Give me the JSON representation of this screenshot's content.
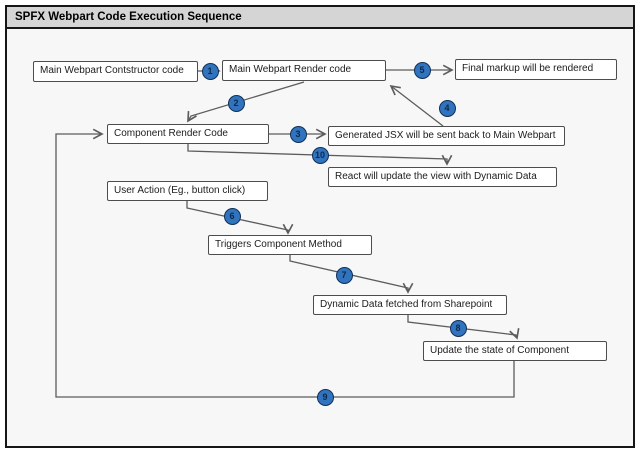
{
  "title": "SPFX Webpart Code Execution Sequence",
  "diagram": {
    "type": "flowchart",
    "nodes": [
      {
        "id": "ctor",
        "text": "Main Webpart Contstructor code"
      },
      {
        "id": "render",
        "text": "Main Webpart Render code"
      },
      {
        "id": "final",
        "text": "Final markup will be rendered"
      },
      {
        "id": "comp",
        "text": "Component Render Code"
      },
      {
        "id": "jsx",
        "text": "Generated JSX will be sent back to Main Webpart"
      },
      {
        "id": "react",
        "text": "React will update the view with Dynamic Data"
      },
      {
        "id": "user",
        "text": "User Action (Eg., button click)"
      },
      {
        "id": "trig",
        "text": "Triggers Component Method"
      },
      {
        "id": "dyn",
        "text": "Dynamic Data fetched from Sharepoint"
      },
      {
        "id": "upd",
        "text": "Update the state of Component"
      }
    ],
    "steps": [
      {
        "label": "1",
        "from": "Main Webpart Contstructor code",
        "to": "Main Webpart Render code"
      },
      {
        "label": "2",
        "from": "Main Webpart Render code",
        "to": "Component Render Code"
      },
      {
        "label": "3",
        "from": "Component Render Code",
        "to": "Generated JSX will be sent back to Main Webpart"
      },
      {
        "label": "4",
        "from": "Generated JSX will be sent back to Main Webpart",
        "to": "Main Webpart Render code"
      },
      {
        "label": "5",
        "from": "Main Webpart Render code",
        "to": "Final markup will be rendered"
      },
      {
        "label": "6",
        "from": "User Action (Eg., button click)",
        "to": "Triggers Component Method"
      },
      {
        "label": "7",
        "from": "Triggers Component Method",
        "to": "Dynamic Data fetched from Sharepoint"
      },
      {
        "label": "8",
        "from": "Dynamic Data fetched from Sharepoint",
        "to": "Update the state of Component"
      },
      {
        "label": "9",
        "from": "Update the state of Component",
        "to": "Component Render Code"
      },
      {
        "label": "10",
        "from": "Component Render Code",
        "to": "React will update the view with Dynamic Data"
      }
    ],
    "colors": {
      "badge_fill": "#3273be",
      "badge_border": "#0f3057",
      "badge_text": "#0b2a4d",
      "line": "#5c5c5c",
      "box_border": "#4d4d4d",
      "box_fill": "#ffffff",
      "titlebar_bg": "#d5d5d5",
      "canvas_bg": "#f7f7f7",
      "frame_border": "#161616"
    }
  }
}
